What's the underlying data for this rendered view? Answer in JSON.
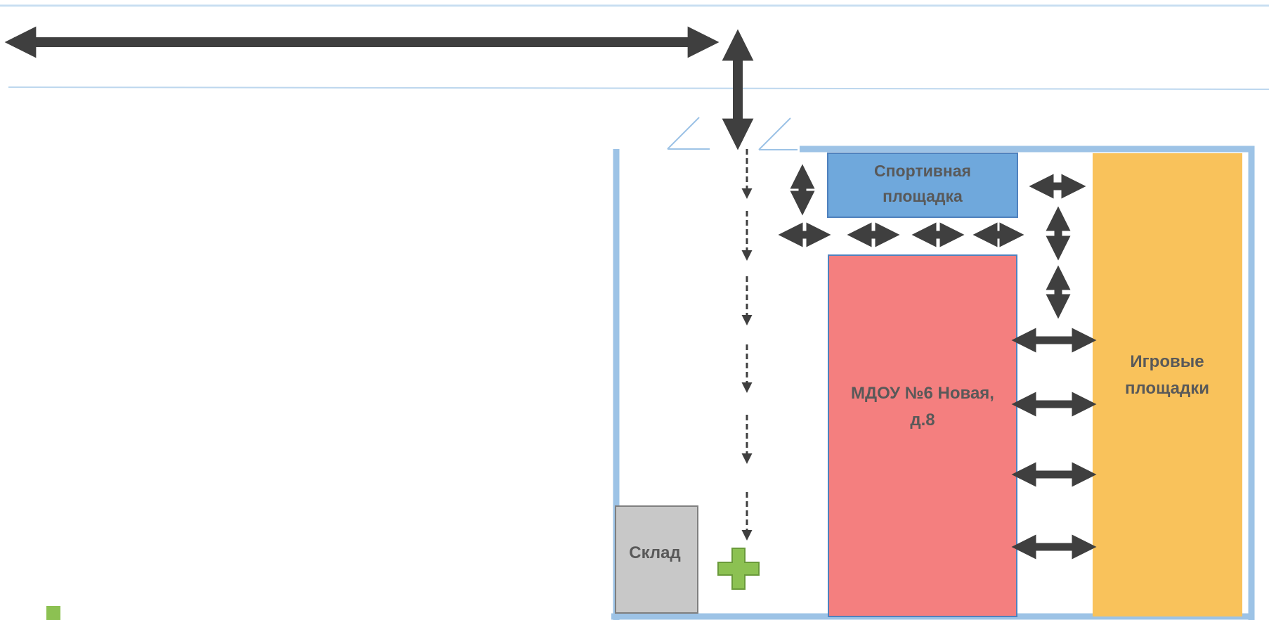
{
  "labels": {
    "sports_line1": "Спортивная",
    "sports_line2": "площадка",
    "building_line1": "МДОУ №6 Новая,",
    "building_line2": "д.8",
    "play_line1": "Игровые",
    "play_line2": "площадки",
    "warehouse": "Склад"
  },
  "colors": {
    "fence": "#9dc3e6",
    "road_line": "#bdd7ee",
    "sports_area": "#6fa8dc",
    "building": "#f47f7f",
    "play_area": "#f9c25b",
    "warehouse": "#c8c8c8",
    "first_aid": "#8cc152",
    "arrow": "#3f3f3f",
    "text": "#595959"
  },
  "icons": {
    "first_aid": "first-aid-cross-icon",
    "legend": "first-aid-legend-icon"
  }
}
